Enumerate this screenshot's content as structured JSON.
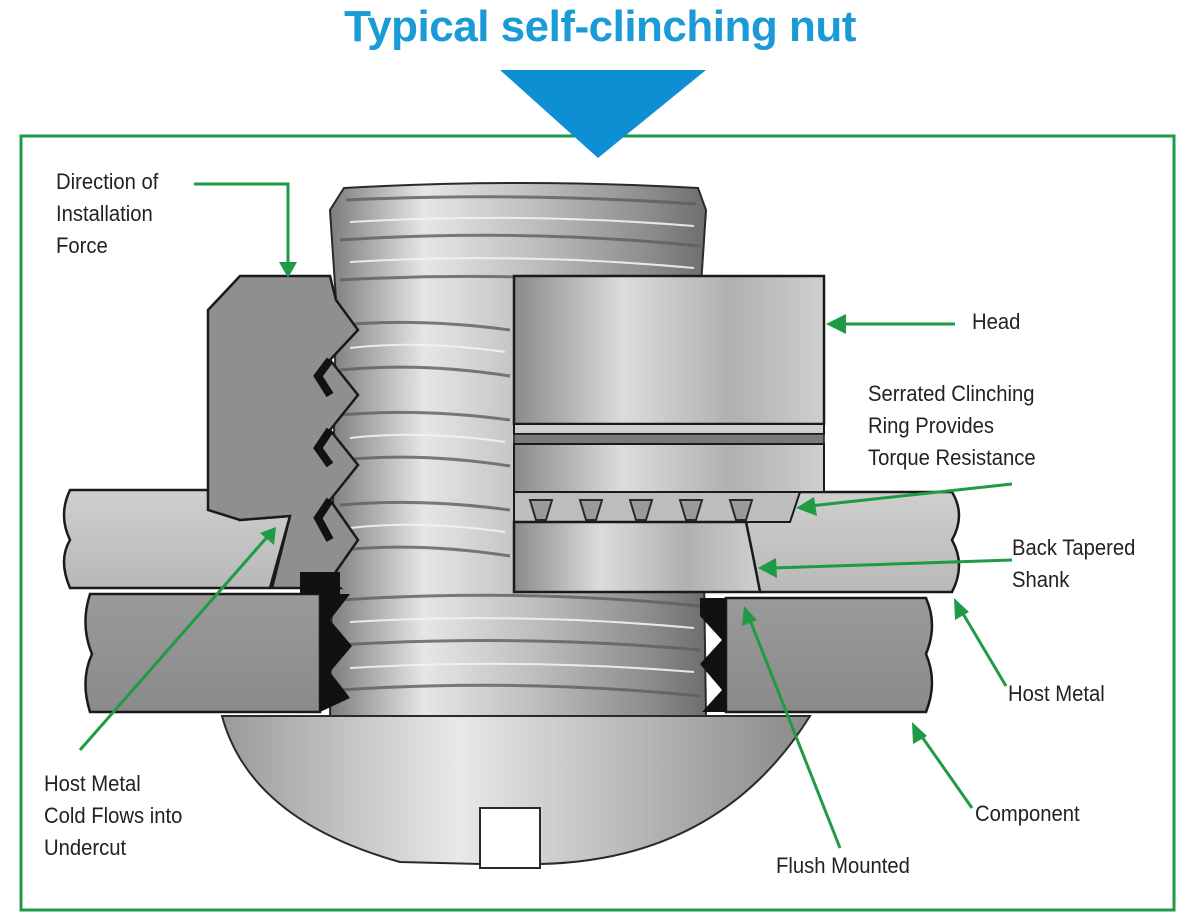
{
  "title": "Typical self-clinching nut",
  "colors": {
    "title": "#1a9ad6",
    "arrow_fill": "#0e8fd3",
    "frame_green": "#1e9a4a",
    "leader_green": "#1f9a45",
    "steel_light": "#d6d6d6",
    "steel_mid": "#a9a9a9",
    "steel_dark": "#6f6f6f",
    "outline": "#1a1a1a"
  },
  "labels": {
    "installation_force": "Direction of\nInstallation\nForce",
    "head": "Head",
    "serrated_ring": "Serrated Clinching\nRing Provides\nTorque Resistance",
    "back_tapered": "Back Tapered\nShank",
    "host_metal": "Host Metal",
    "component": "Component",
    "flush_mounted": "Flush Mounted",
    "cold_flows": "Host Metal\nCold Flows into\nUndercut"
  }
}
